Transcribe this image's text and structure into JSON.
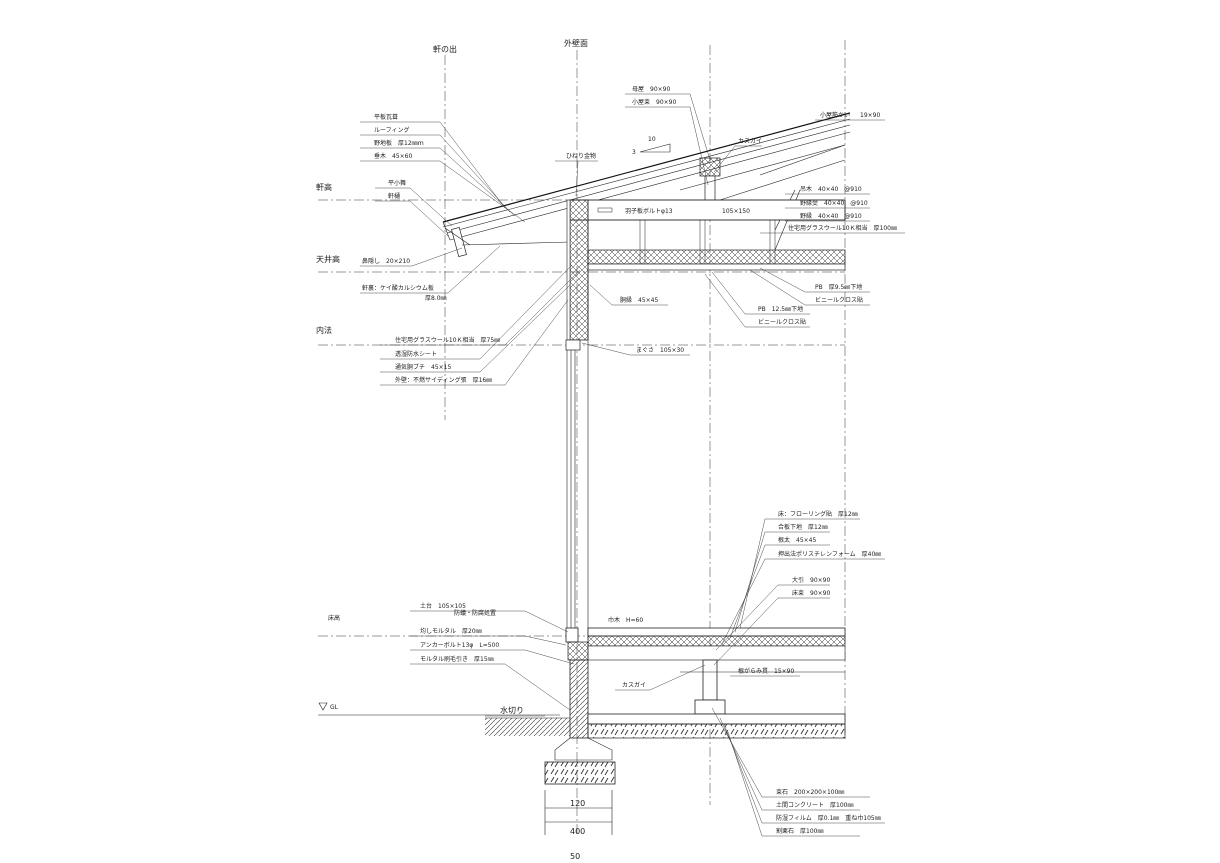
{
  "levels": {
    "eave_projection": "軒の出",
    "exterior_wall_face": "外壁面",
    "eave_height": "軒高",
    "ceiling_height": "天井高",
    "inner_clear": "内法",
    "floor_height": "床高",
    "ground_level": "GL"
  },
  "roof_left_labels": [
    "平板瓦葺",
    "ルーフィング",
    "野地板　厚12㎜ｍ",
    "垂木　45×60"
  ],
  "eave_labels": {
    "hira_koshi": "平小舞",
    "nokitoi": "軒樋",
    "hana_kakushi": "鼻隠し　20×210",
    "noki_ura": "軒裏：ケイ酸カルシウム板",
    "noki_ura_thk": "厚8.0㎜"
  },
  "wall_labels": [
    "住宅用グラスウール10Ｋ相当　厚75㎜",
    "透湿防水シート",
    "通気胴ブチ　45×15",
    "外壁：不燃サイディング張　厚16㎜"
  ],
  "roof_right_labels": {
    "moya": "母屋　90×90",
    "koyazuka": "小屋束　90×90",
    "slope_run": "10",
    "slope_rise": "3",
    "hineri": "ひねり金物",
    "kasugai_top": "カスガイ",
    "koyasujikai": "小屋筋かい",
    "koyasujikai_dim": "19×90",
    "hanegi_bolt": "羽子板ボルトφ13",
    "beam": "105×150"
  },
  "ceiling_labels": [
    "吊木　40×40　@910",
    "野縁受　40×40　@910",
    "野縁　40×40　@910",
    "住宅用グラスウール10Ｋ相当　厚100㎜",
    "PB　厚9.5㎜下地",
    "ビニールクロス貼",
    "PB　12.5㎜下地",
    "ビニールクロス貼"
  ],
  "wall_inner_labels": {
    "dobuchi": "胴縁　45×45",
    "magusa": "まぐさ　105×30"
  },
  "floor_labels": [
    "床：フローリング貼　厚12㎜",
    "合板下地　厚12㎜",
    "根太　45×45",
    "押出法ポリスチレンフォーム　厚40㎜",
    "大引　90×90",
    "床束　90×90"
  ],
  "sill_labels": {
    "dodai": "土台　105×105",
    "dodai_treat": "防蟻・防腐処置",
    "mortar1": "均しモルタル　厚20㎜",
    "anchor": "アンカーボルト13φ　L=500",
    "mortar2": "モルタル刷毛引き　厚15㎜",
    "habaki": "巾木　H=60",
    "negarami": "根がらみ貫　15×90",
    "kasugai_bottom": "カスガイ",
    "mizukiri": "水切り"
  },
  "foundation_labels": [
    "束石　200×200×100㎜",
    "土間コンクリート　厚100㎜",
    "防湿フィルム　厚0.1㎜　重ね巾105㎜",
    "割栗石　厚100㎜"
  ],
  "dimensions": [
    "120",
    "400",
    "50"
  ]
}
